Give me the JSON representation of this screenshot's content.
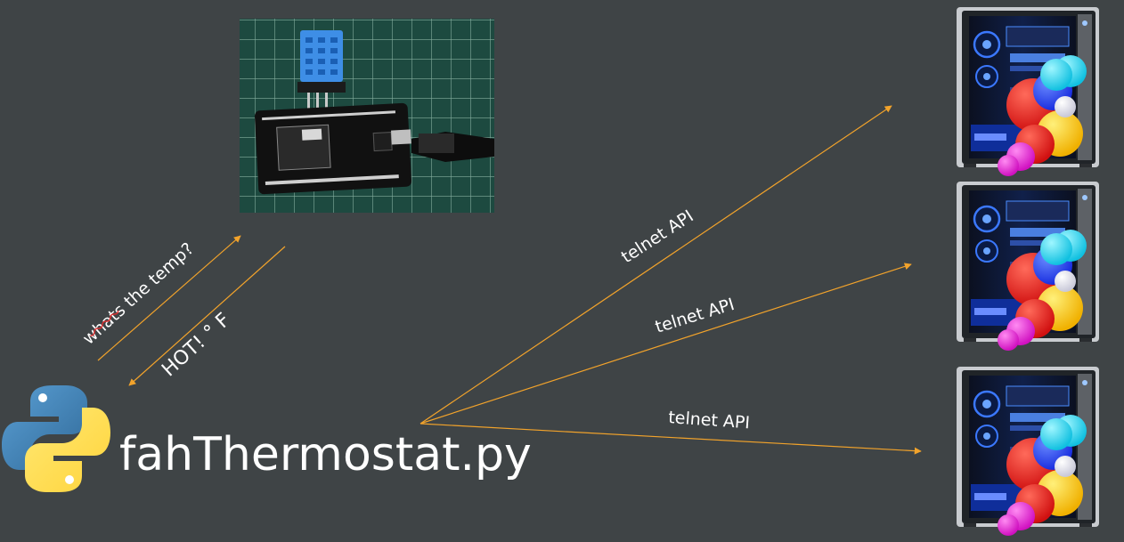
{
  "main_label": "fahThermostat.py",
  "sensor_query_label": "whats the temp?",
  "sensor_reply_label": "HOT! ° F",
  "api_labels": [
    "telnet API",
    "telnet API",
    "telnet API"
  ],
  "colors": {
    "background": "#3f4446",
    "arrow": "#f2a32b",
    "text": "#ffffff",
    "spellcheck_underline": "#e03030"
  },
  "icons": {
    "python_logo": "python-logo-icon",
    "sensor_photo": "esp8266-dht11-board-photo",
    "computers": [
      "folding-at-home-pc-icon",
      "folding-at-home-pc-icon",
      "folding-at-home-pc-icon"
    ]
  }
}
